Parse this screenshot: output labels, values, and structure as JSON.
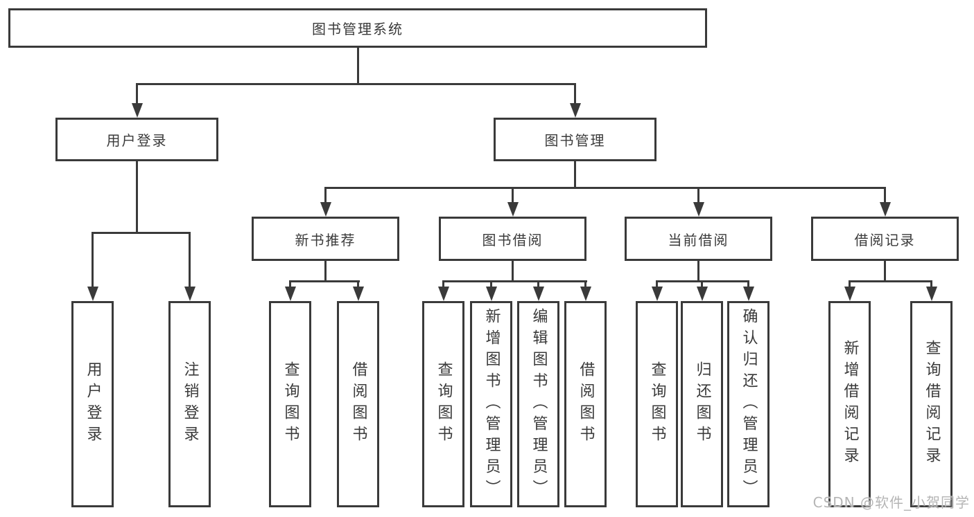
{
  "diagram": {
    "root": {
      "label": "图书管理系统"
    },
    "branches": [
      {
        "label": "用户登录",
        "children": [
          {
            "label": "用户登录"
          },
          {
            "label": "注销登录"
          }
        ]
      },
      {
        "label": "图书管理",
        "children": [
          {
            "label": "新书推荐",
            "children": [
              {
                "label": "查询图书"
              },
              {
                "label": "借阅图书"
              }
            ]
          },
          {
            "label": "图书借阅",
            "children": [
              {
                "label": "查询图书"
              },
              {
                "label": "新增图书（管理员）"
              },
              {
                "label": "编辑图书（管理员）"
              },
              {
                "label": "借阅图书"
              }
            ]
          },
          {
            "label": "当前借阅",
            "children": [
              {
                "label": "查询图书"
              },
              {
                "label": "归还图书"
              },
              {
                "label": "确认归还（管理员）"
              }
            ]
          },
          {
            "label": "借阅记录",
            "children": [
              {
                "label": "新增借阅记录"
              },
              {
                "label": "查询借阅记录"
              }
            ]
          }
        ]
      }
    ]
  },
  "watermark": "CSDN @软件_小贺同学",
  "colors": {
    "line": "#3a3a3a",
    "text": "#3a3a3a",
    "watermark": "#b5b5b5",
    "background": "#ffffff"
  }
}
